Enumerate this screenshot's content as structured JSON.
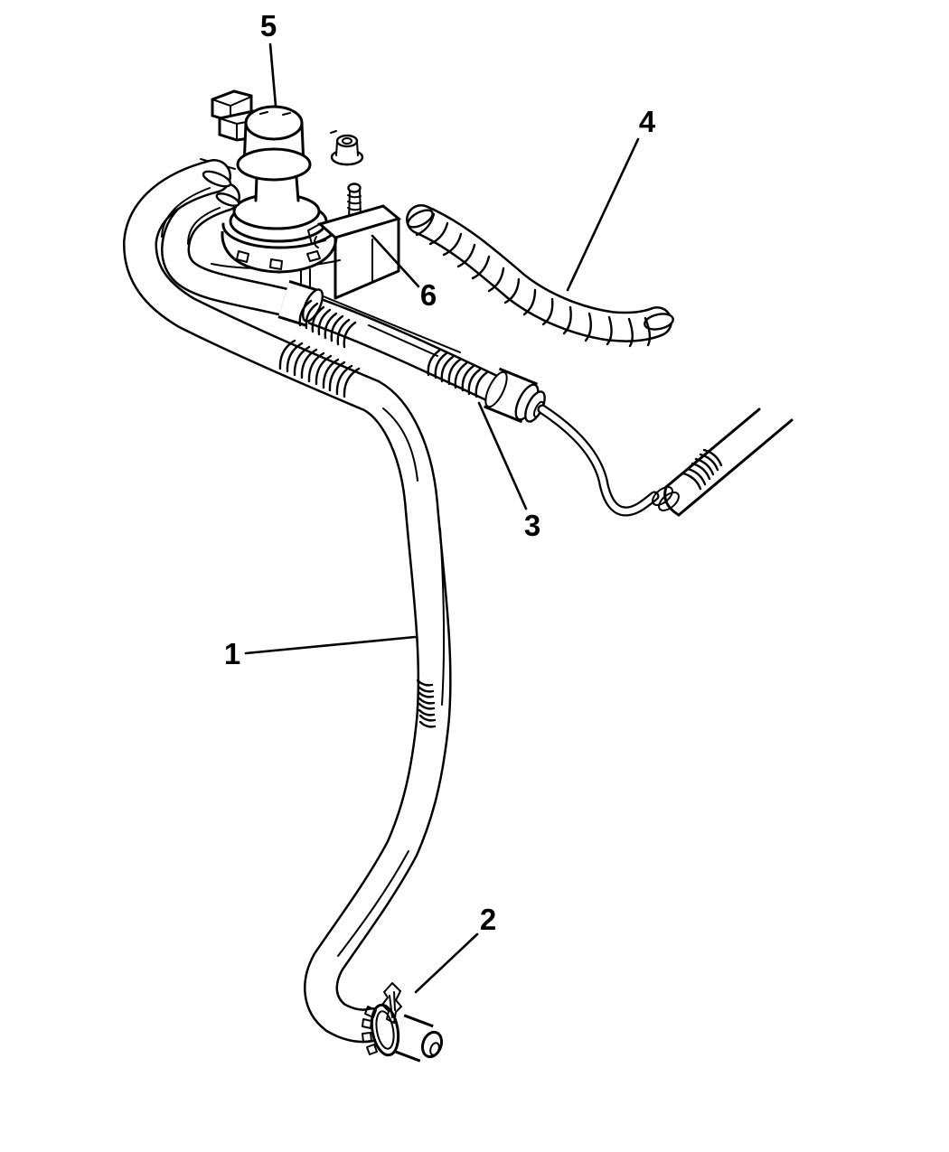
{
  "diagram": {
    "background_color": "#ffffff",
    "line_color": "#000000",
    "callouts": [
      {
        "label": "1"
      },
      {
        "label": "2"
      },
      {
        "label": "3"
      },
      {
        "label": "4"
      },
      {
        "label": "5"
      },
      {
        "label": "6"
      }
    ]
  }
}
